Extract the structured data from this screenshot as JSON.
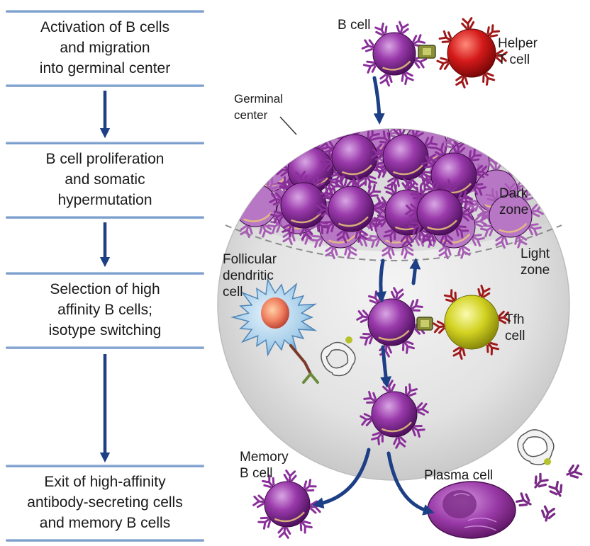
{
  "steps": [
    {
      "lines": [
        "Activation of B cells",
        "and migration",
        "into germinal center"
      ]
    },
    {
      "lines": [
        "B cell proliferation",
        "and somatic",
        "hypermutation"
      ]
    },
    {
      "lines": [
        "Selection of high",
        "affinity B cells;",
        "isotype switching"
      ]
    },
    {
      "lines": [
        "Exit of high-affinity",
        "antibody-secreting cells",
        "and memory B cells"
      ]
    }
  ],
  "labels": {
    "b_cell": "B cell",
    "helper_t_cell": [
      "Helper",
      "T cell"
    ],
    "germinal_center": [
      "Germinal",
      "center"
    ],
    "dark_zone": [
      "Dark",
      "zone"
    ],
    "light_zone": [
      "Light",
      "zone"
    ],
    "follicular_dendritic_cell": [
      "Follicular",
      "dendritic",
      "cell"
    ],
    "tfh_cell": [
      "Tfh",
      "cell"
    ],
    "memory_b_cell": [
      "Memory",
      "B cell"
    ],
    "plasma_cell": "Plasma cell"
  },
  "colors": {
    "arrow": "#1d3f86",
    "b_cell": "#8a2f9a",
    "helper_t_cell": "#d01818",
    "tfh_cell": "#c8c818",
    "dendritic_cell": "#9cc6e6",
    "germinal_center": "#dcdcdc"
  }
}
